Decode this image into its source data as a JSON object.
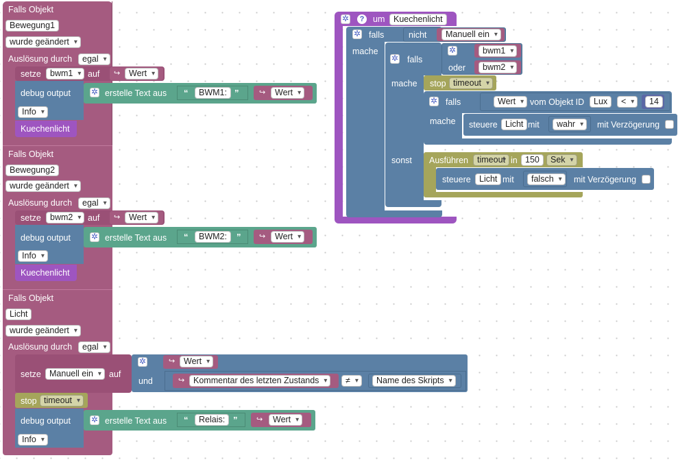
{
  "group1": {
    "header": "Falls Objekt",
    "object": "Bewegung1",
    "change": "wurde geändert",
    "trigger_label": "Auslösung durch",
    "trigger": "egal",
    "set_label": "setze",
    "set_var": "bwm1",
    "to_label": "auf",
    "value": "Wert",
    "debug_label": "debug output",
    "text_label": "erstelle Text aus",
    "text": "BWM1:",
    "value2": "Wert",
    "level": "Info",
    "func": "Kuechenlicht"
  },
  "group2": {
    "header": "Falls Objekt",
    "object": "Bewegung2",
    "change": "wurde geändert",
    "trigger_label": "Auslösung durch",
    "trigger": "egal",
    "set_label": "setze",
    "set_var": "bwm2",
    "to_label": "auf",
    "value": "Wert",
    "debug_label": "debug output",
    "text_label": "erstelle Text aus",
    "text": "BWM2:",
    "value2": "Wert",
    "level": "Info",
    "func": "Kuechenlicht"
  },
  "group3": {
    "header": "Falls Objekt",
    "object": "Licht",
    "change": "wurde geändert",
    "trigger_label": "Auslösung durch",
    "trigger": "egal",
    "set_label": "setze",
    "set_var": "Manuell ein",
    "to_label": "auf",
    "value": "Wert",
    "and_label": "und",
    "comment": "Kommentar des letzten Zustands",
    "neq": "≠",
    "script_name": "Name des Skripts",
    "stop_label": "stop",
    "stop_var": "timeout",
    "debug_label": "debug output",
    "text_label": "erstelle Text aus",
    "text": "Relais:",
    "value2": "Wert",
    "level": "Info"
  },
  "func": {
    "help": "?",
    "um_label": "um",
    "name": "Kuechenlicht",
    "falls_label": "falls",
    "nicht_label": "nicht",
    "cond_var": "Manuell ein",
    "mache_label": "mache",
    "falls2_label": "falls",
    "or_a": "bwm1",
    "oder_label": "oder",
    "or_b": "bwm2",
    "mache2_label": "mache",
    "stop_label": "stop",
    "stop_var": "timeout",
    "falls3_label": "falls",
    "wert": "Wert",
    "vom_label": "vom Objekt ID",
    "lux": "Lux",
    "op": "<",
    "num": "14",
    "mache3_label": "mache",
    "steuere_label": "steuere",
    "licht": "Licht",
    "mit_label": "mit",
    "wahr": "wahr",
    "delay_label": "mit Verzögerung",
    "sonst_label": "sonst",
    "ausf_label": "Ausführen",
    "timeout_var": "timeout",
    "in_label": "in",
    "seconds": "150",
    "unit": "Sek",
    "steuere2_label": "steuere",
    "licht2": "Licht",
    "mit2_label": "mit",
    "falsch": "falsch",
    "delay2_label": "mit Verzögerung"
  }
}
